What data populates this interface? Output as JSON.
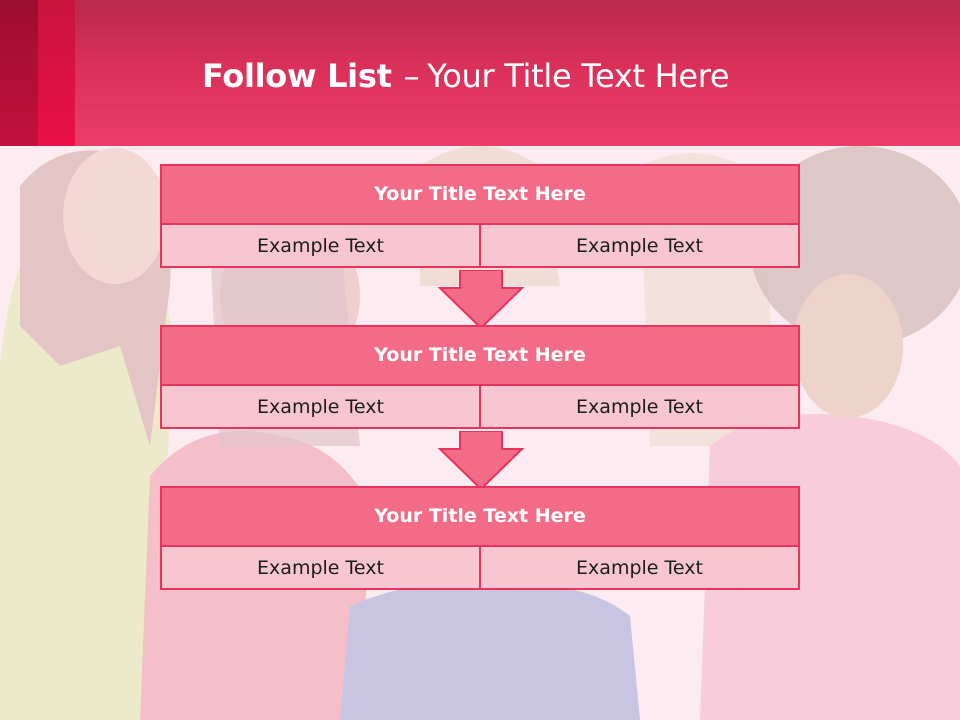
{
  "slide": {
    "title_bold": "Follow List",
    "title_dash": "–",
    "title_rest": "Your Title Text Here"
  },
  "steps": [
    {
      "title": "Your Title Text Here",
      "left": "Example Text",
      "right": "Example Text"
    },
    {
      "title": "Your Title Text Here",
      "left": "Example Text",
      "right": "Example Text"
    },
    {
      "title": "Your Title Text Here",
      "left": "Example Text",
      "right": "Example Text"
    }
  ],
  "colors": {
    "header": "#d9305a",
    "box_header": "#f26b87",
    "box_border": "#e8335f",
    "box_body": "#f7c6d1"
  },
  "icons": [
    "down-arrow-icon",
    "down-arrow-icon"
  ]
}
